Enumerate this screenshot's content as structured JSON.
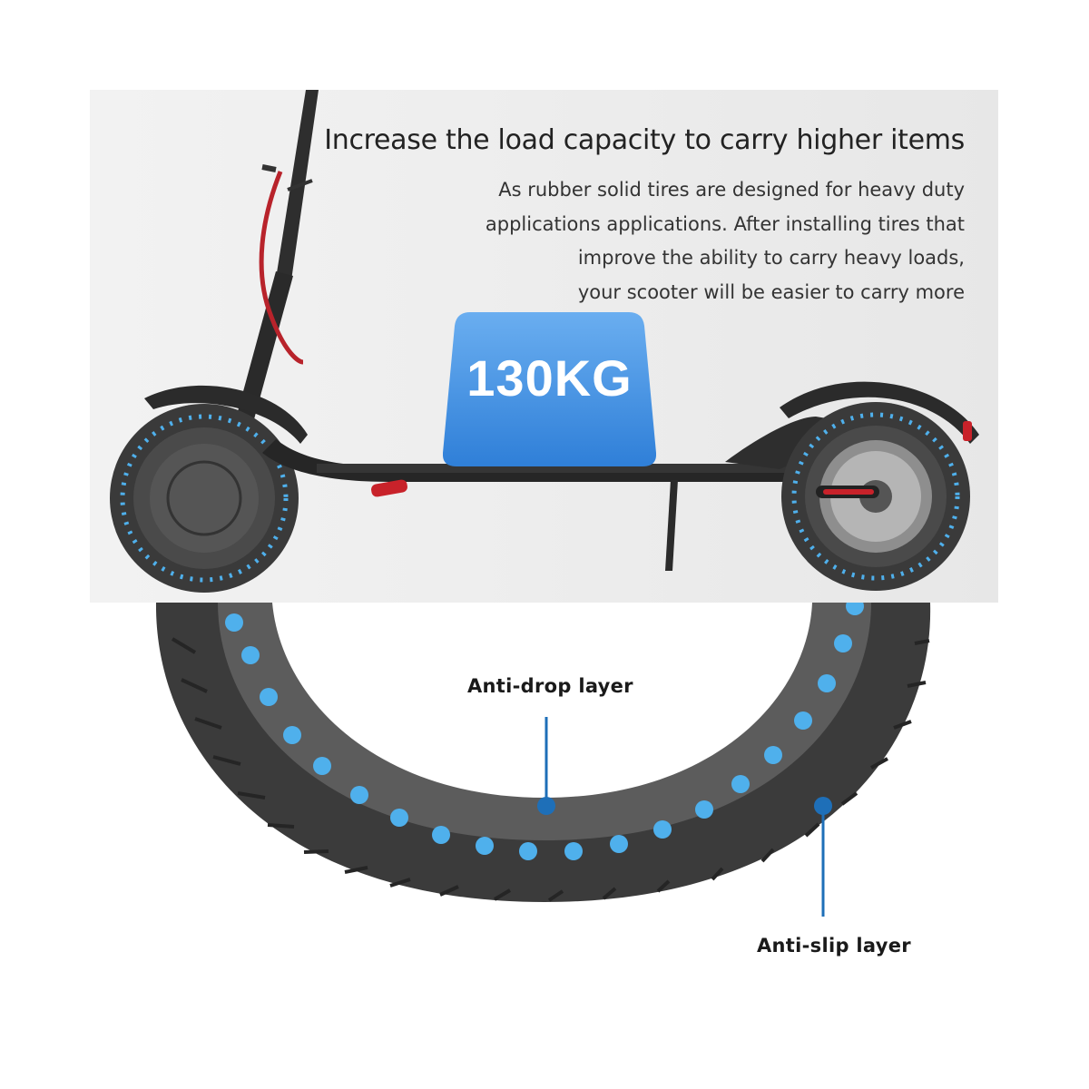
{
  "headline": "Increase the load capacity to carry higher items",
  "description_lines": [
    "As rubber solid tires are designed for heavy duty",
    "applications applications. After installing tires that",
    "improve the ability to carry heavy loads,",
    "your scooter will be easier to carry more"
  ],
  "load_badge": "130KG",
  "labels": {
    "anti_drop": "Anti-drop layer",
    "anti_slip": "Anti-slip layer"
  },
  "colors": {
    "badge_blue": "#3f8fe0",
    "tire_dot_blue": "#4fb0ec",
    "callout_line": "#1e6fb8",
    "scooter_body": "#2b2b2b",
    "accent_red": "#c8222a"
  }
}
